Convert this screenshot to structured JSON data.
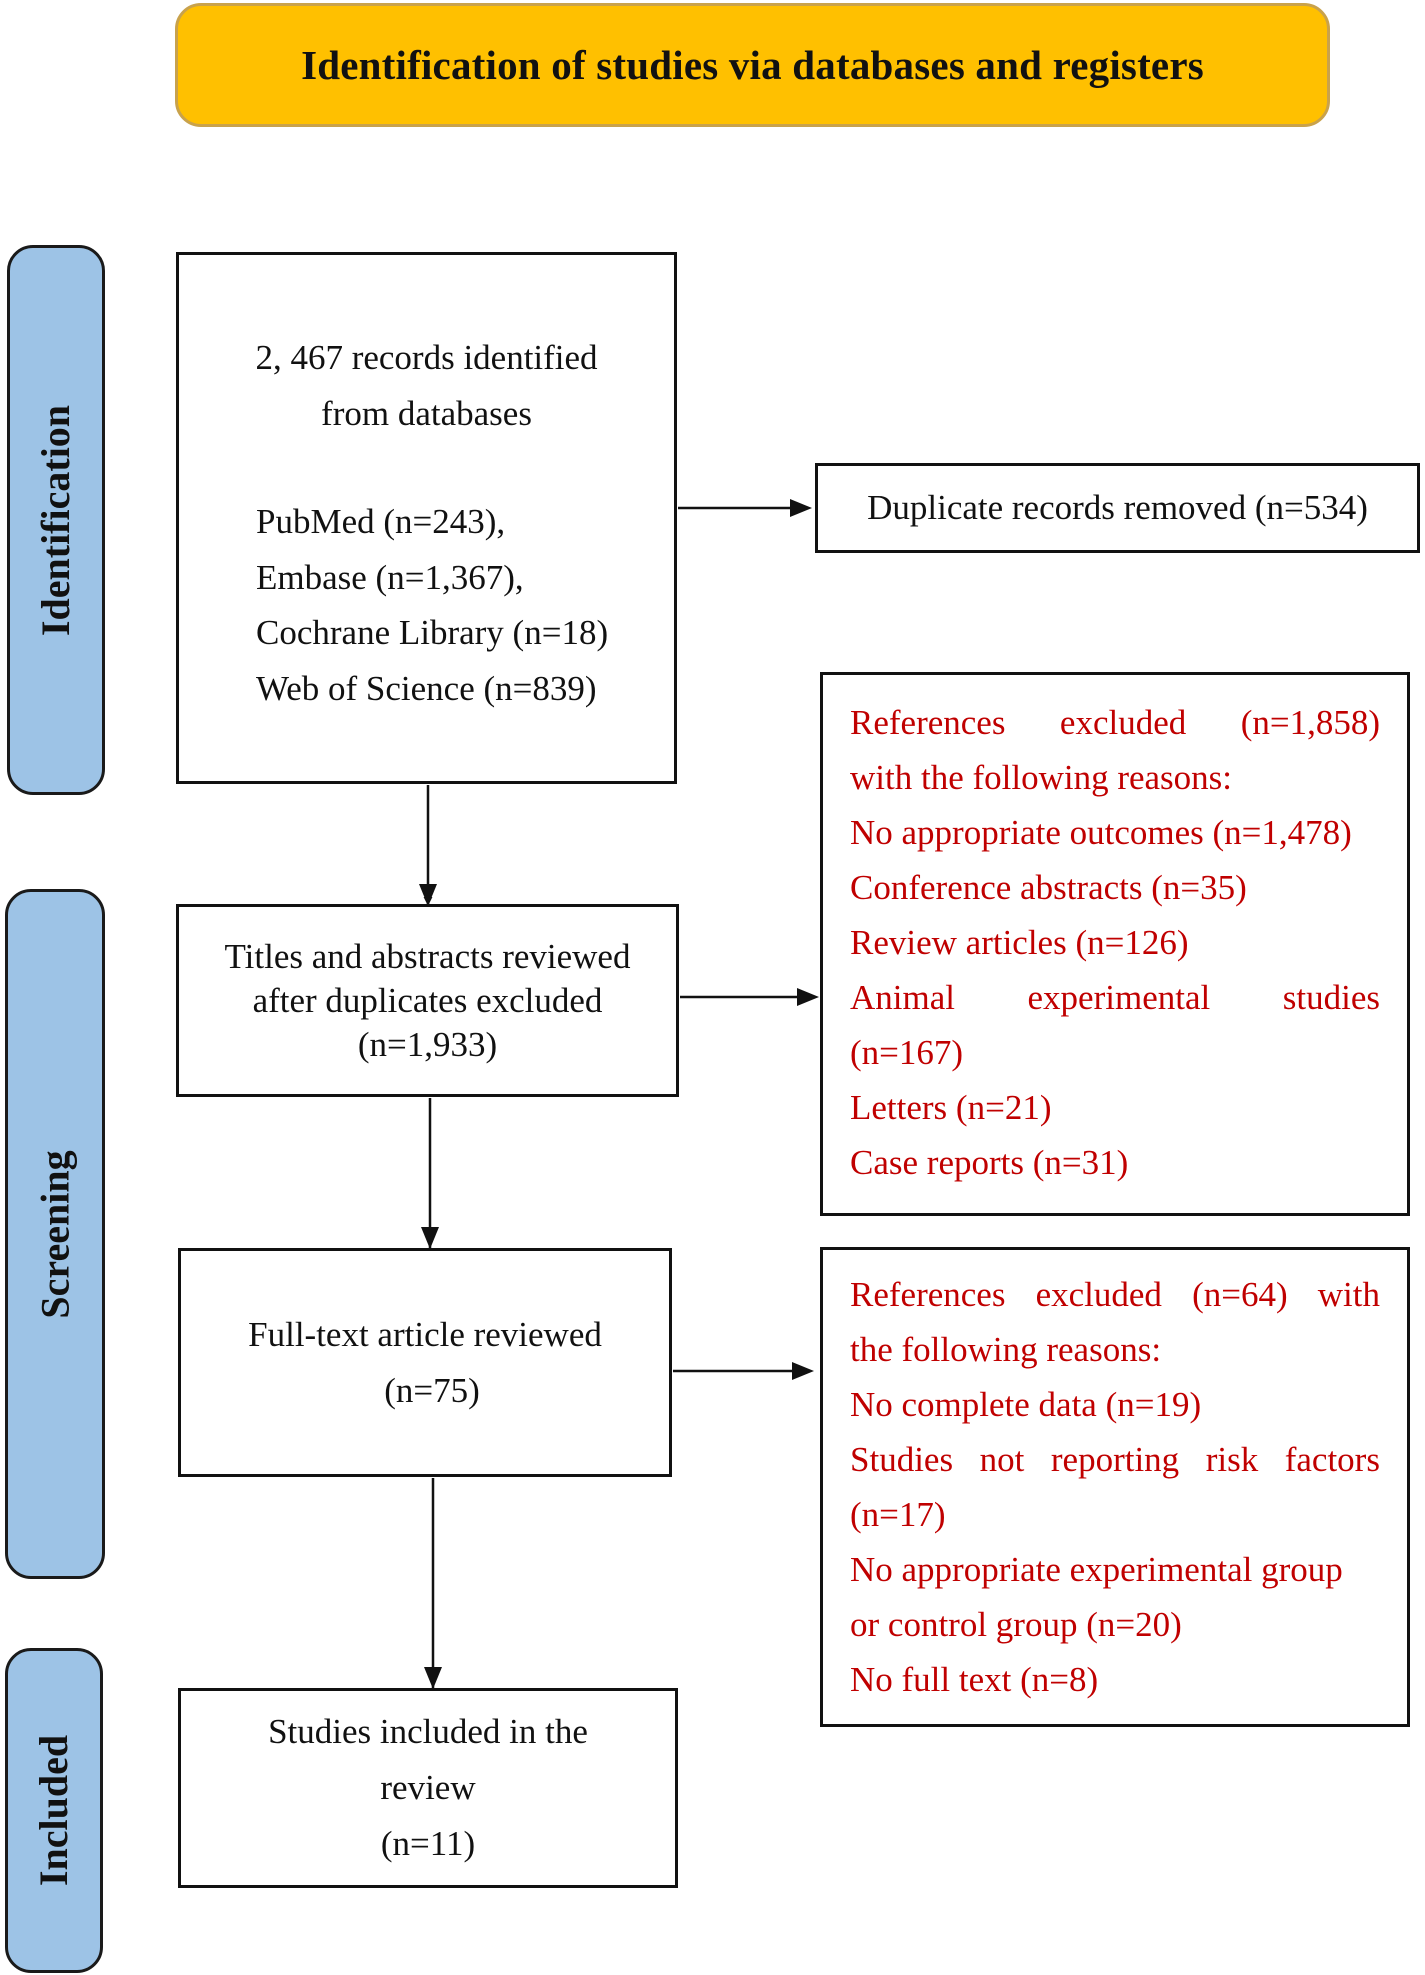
{
  "header": {
    "title": "Identification of studies via databases and registers"
  },
  "stages": {
    "identification": "Identification",
    "screening": "Screening",
    "included": "Included"
  },
  "identified": {
    "line1": "2, 467 records identified",
    "line2": "from databases",
    "sources": [
      "PubMed (n=243),",
      "Embase (n=1,367),",
      "Cochrane Library (n=18)",
      "Web of Science (n=839)"
    ]
  },
  "duplicates": {
    "text": "Duplicate records removed (n=534)"
  },
  "screened": {
    "lines": [
      "Titles and abstracts reviewed",
      "after duplicates excluded",
      "(n=1,933)"
    ]
  },
  "excluded1": {
    "line1_words": [
      "References",
      "excluded",
      "(n=1,858)"
    ],
    "line2": "with the following reasons:",
    "line3": "No appropriate outcomes (n=1,478)",
    "line4": "Conference abstracts (n=35)",
    "line5": "Review articles (n=126)",
    "line6_words": [
      "Animal",
      "experimental",
      "studies"
    ],
    "line7": "(n=167)",
    "line8": "Letters (n=21)",
    "line9": "Case reports (n=31)"
  },
  "fulltext": {
    "lines": [
      "Full-text article reviewed",
      "(n=75)"
    ]
  },
  "excluded2": {
    "line1_words": [
      "References",
      "excluded",
      "(n=64)",
      "with"
    ],
    "line2": "the following reasons:",
    "line3": "No complete data (n=19)",
    "line4_words": [
      "Studies",
      "not",
      "reporting",
      "risk",
      "factors"
    ],
    "line5": "(n=17)",
    "line6": "No appropriate experimental group",
    "line7": "or control group (n=20)",
    "line8": "No full text (n=8)"
  },
  "included": {
    "lines": [
      "Studies included in the",
      "review",
      "(n=11)"
    ]
  }
}
